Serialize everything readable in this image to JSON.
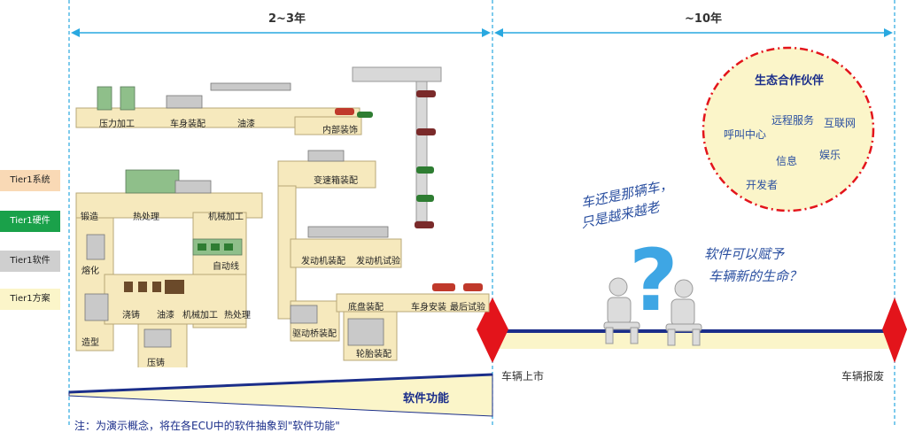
{
  "timeline": {
    "period_left": "2~3年",
    "period_right": "~10年",
    "milestone_launch": "车辆上市",
    "milestone_scrap": "车辆报废",
    "software_label": "软件功能",
    "note": "注：为演示概念，将在各ECU中的软件抽象到\"软件功能\""
  },
  "legend": [
    {
      "label": "Tier1系统",
      "bg": "#f9d9b5",
      "fg": "#222222"
    },
    {
      "label": "Tier1硬件",
      "bg": "#1aa14a",
      "fg": "#ffffff"
    },
    {
      "label": "Tier1软件",
      "bg": "#cfcfcf",
      "fg": "#222222"
    },
    {
      "label": "Tier1方案",
      "bg": "#fbf5c9",
      "fg": "#222222"
    }
  ],
  "factory": {
    "stations": {
      "press": "压力加工",
      "body": "车身装配",
      "paint_top": "油漆",
      "interior": "内部装饰",
      "forging": "锻造",
      "heat_treat": "热处理",
      "machining_top": "机械加工",
      "gearbox": "变速箱装配",
      "auto_line": "自动线",
      "melting": "熔化",
      "engine_assy": "发动机装配",
      "engine_test": "发动机试验",
      "casting": "浇铸",
      "paint_bottom": "油漆",
      "machining_bottom": "机械加工",
      "heat_treat2": "热处理",
      "molding": "造型",
      "die_cast": "压铸",
      "drive_axle": "驱动桥装配",
      "chassis": "底盘装配",
      "body_mount": "车身安装",
      "final_test": "最后试验",
      "wheel": "轮胎装配"
    }
  },
  "ecosystem": {
    "title": "生态合作伙伴",
    "items": {
      "call_center": "呼叫中心",
      "remote_service": "远程服务",
      "internet": "互联网",
      "info": "信息",
      "entertainment": "娱乐",
      "developer": "开发者"
    }
  },
  "handwriting": {
    "line1": "车还是那辆车，",
    "line2": "只是越来越老",
    "line3": "软件可以赋予",
    "line4": "车辆新的生命？"
  },
  "colors": {
    "timeline_arrow": "#29a8e0",
    "diamond": "#e3141b",
    "track": "#1b2e8a",
    "band": "#fbf5c9",
    "bubble_border": "#e3141b",
    "bubble_fill": "#fbf5c9"
  }
}
